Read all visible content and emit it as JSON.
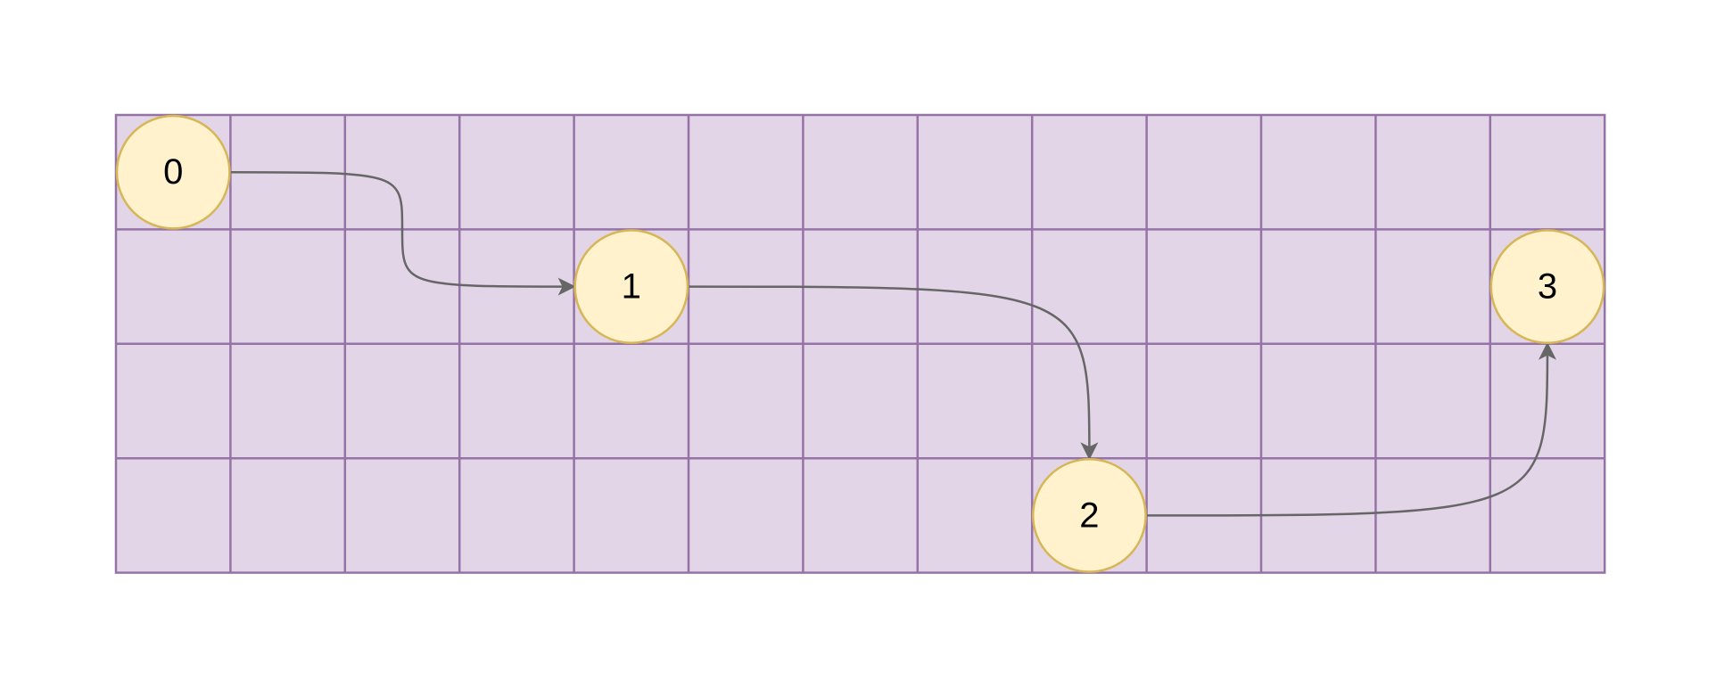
{
  "diagram": {
    "grid": {
      "rows": 4,
      "cols": 13,
      "fill_color": "#e1d5e7",
      "line_color": "#9673a6"
    },
    "node_style": {
      "fill_color": "#fff2cc",
      "stroke_color": "#d6b656"
    },
    "edge_color": "#666666",
    "nodes": [
      {
        "id": "n0",
        "label": "0",
        "row": 0,
        "col": 0
      },
      {
        "id": "n1",
        "label": "1",
        "row": 1,
        "col": 4
      },
      {
        "id": "n2",
        "label": "2",
        "row": 3,
        "col": 8
      },
      {
        "id": "n3",
        "label": "3",
        "row": 1,
        "col": 12
      }
    ],
    "edges": [
      {
        "from": "n0",
        "to": "n1"
      },
      {
        "from": "n1",
        "to": "n2"
      },
      {
        "from": "n2",
        "to": "n3"
      }
    ]
  }
}
